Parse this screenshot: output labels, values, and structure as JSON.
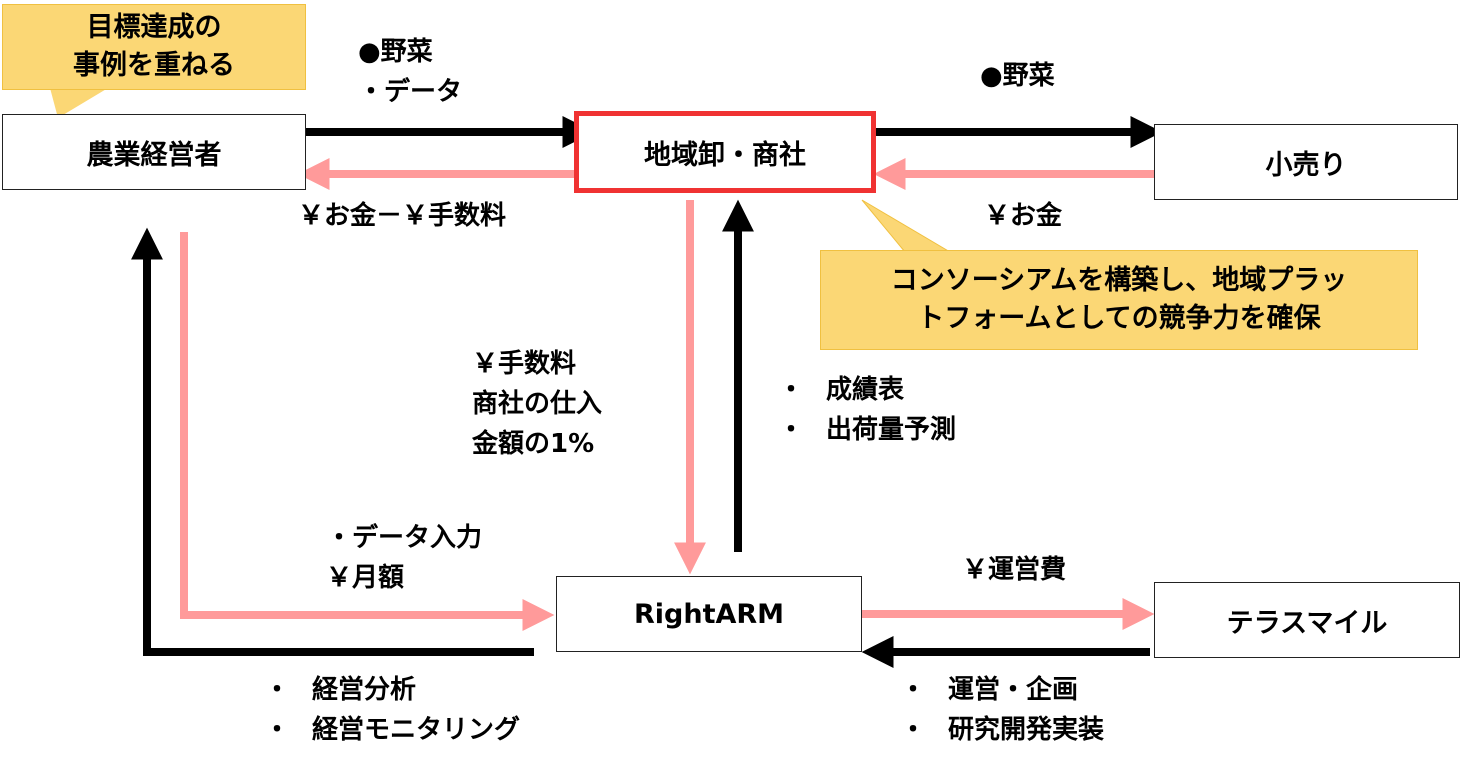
{
  "nodes": {
    "farmer": "農業経営者",
    "wholesale": "地域卸・商社",
    "retail": "小売り",
    "rightarm": "RightARM",
    "terrasmile": "テラスマイル"
  },
  "callouts": {
    "goal": [
      "目標達成の",
      "事例を重ねる"
    ],
    "platform": [
      "コンソーシアムを構築し、地域プラッ",
      "トフォームとしての競争力を確保"
    ]
  },
  "labels": {
    "farmer_to_wholesale": [
      "●野菜",
      "・データ"
    ],
    "wholesale_to_retail": "●野菜",
    "wholesale_to_farmer": "￥お金－￥手数料",
    "retail_to_wholesale": "￥お金",
    "wholesale_to_rightarm": [
      "￥手数料",
      "商社の仕入",
      "金額の1%"
    ],
    "rightarm_to_wholesale": [
      "成績表",
      "出荷量予測"
    ],
    "farmer_to_rightarm": [
      "・データ入力",
      "￥月額"
    ],
    "rightarm_to_farmer": [
      "経営分析",
      "経営モニタリング"
    ],
    "rightarm_to_terrasmile": "￥運営費",
    "terrasmile_to_rightarm": [
      "運営・企画",
      "研究開発実装"
    ],
    "bullet": "・"
  },
  "colors": {
    "goods_flow": "#000000",
    "money_flow": "#ff9a9a",
    "hub_border": "#f03232",
    "callout_fill": "#fbd775"
  }
}
